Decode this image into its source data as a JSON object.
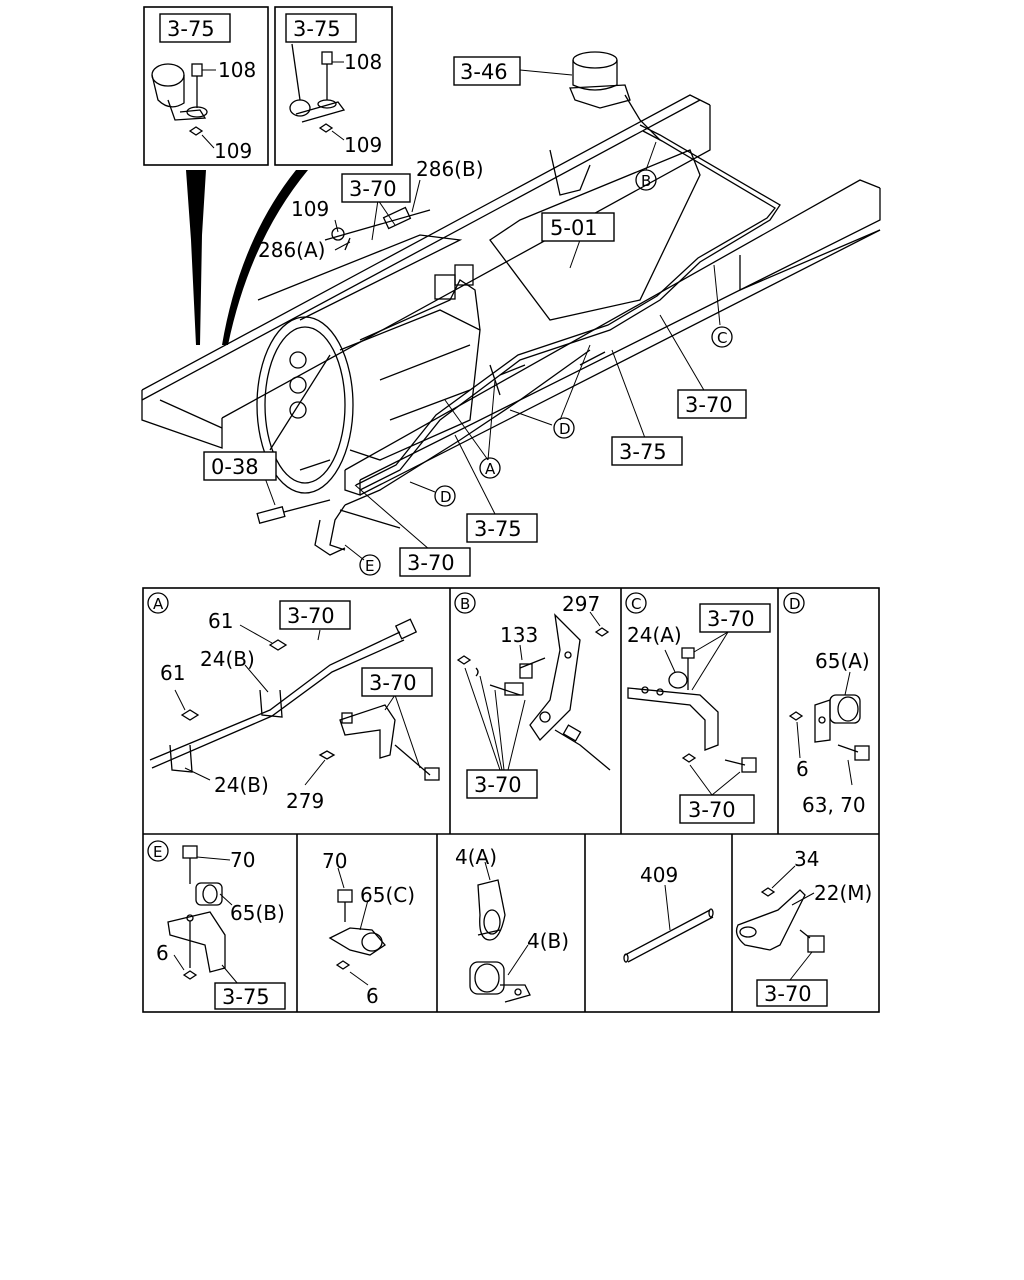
{
  "inset_left": {
    "ref": "3-75",
    "part1": "108",
    "part2": "109"
  },
  "inset_right": {
    "ref": "3-75",
    "part1": "108",
    "part2": "109"
  },
  "main": {
    "ref_346": "3-46",
    "ref_370_top": "3-70",
    "ref_501": "5-01",
    "ref_370_right": "3-70",
    "ref_375_right": "3-75",
    "ref_038": "0-38",
    "ref_375_bottom": "3-75",
    "ref_370_bottom": "3-70",
    "part_286B": "286(B)",
    "part_286A": "286(A)",
    "part_109": "109",
    "callout_A": "A",
    "callout_B": "B",
    "callout_C": "C",
    "callout_D1": "D",
    "callout_D2": "D",
    "callout_E": "E"
  },
  "detail_A": {
    "letter": "A",
    "ref1": "3-70",
    "ref2": "3-70",
    "p61a": "61",
    "p61b": "61",
    "p24Ba": "24(B)",
    "p24Bb": "24(B)",
    "p279": "279"
  },
  "detail_B": {
    "letter": "B",
    "ref": "3-70",
    "p297": "297",
    "p133": "133"
  },
  "detail_C": {
    "letter": "C",
    "ref1": "3-70",
    "ref2": "3-70",
    "p24A": "24(A)"
  },
  "detail_D": {
    "letter": "D",
    "p65A": "65(A)",
    "p6": "6",
    "p63": "63, 70"
  },
  "detail_E": {
    "letter": "E",
    "ref": "3-75",
    "p70": "70",
    "p65B": "65(B)",
    "p6": "6"
  },
  "detail_F": {
    "p70": "70",
    "p65C": "65(C)",
    "p6": "6"
  },
  "detail_G": {
    "p4A": "4(A)",
    "p4B": "4(B)"
  },
  "detail_H": {
    "p409": "409"
  },
  "detail_I": {
    "ref": "3-70",
    "p34": "34",
    "p22M": "22(M)"
  }
}
